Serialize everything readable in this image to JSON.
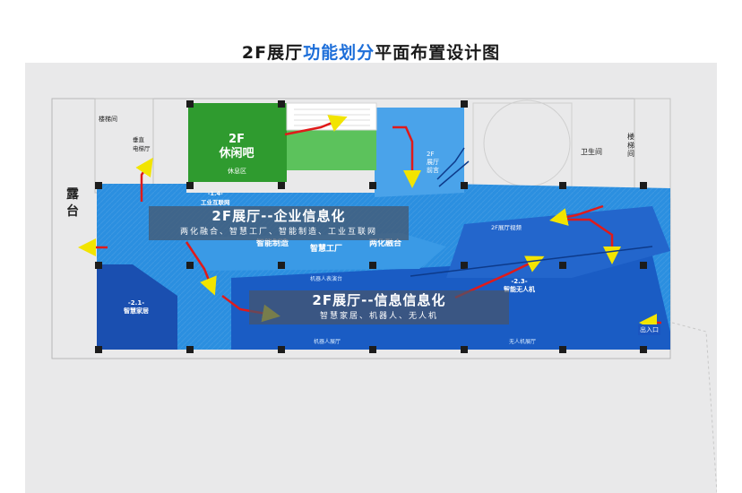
{
  "title": {
    "prefix": "2F展厅",
    "highlight": "功能划分",
    "suffix": "平面布置设计图"
  },
  "labels": {
    "elevator_stair": "楼梯间",
    "vertical_elevator": "垂直\n电梯厅",
    "terrace": "露台",
    "lounge_title": "2F\n休闲吧",
    "lounge_sub": "休息区",
    "hall_2f_front": "2F\n展厅\n前言",
    "restroom": "卫生间",
    "right_stair": "楼梯间",
    "entrance": "出入口",
    "zone_1_4": "-1.4-\n工业互联网",
    "zone_smart_mfg": "智能制造",
    "zone_smart_factory": "智慧工厂",
    "zone_integration": "两化融合",
    "zone_2_1": "-2.1-\n智慧家居",
    "zone_2_3": "-2.3-\n智能无人机",
    "zone_2f_video": "2F展厅视频",
    "robot_stage": "机器人表演台",
    "robot_show": "机器人展厅",
    "uav_show": "无人机展厅"
  },
  "banners": {
    "enterprise_title": "2F展厅--企业信息化",
    "enterprise_sub": "两化融合、智慧工厂、智能制造、工业互联网",
    "info_title": "2F展厅--信息信息化",
    "info_sub": "智慧家居、机器人、无人机"
  },
  "colors": {
    "hall_blue": "#2b8fe0",
    "dark_blue": "#1a55c0",
    "green": "#2f9b2f",
    "banner_gray": "#4c5a6d",
    "arrow_red": "#e01a1a",
    "arrow_yellow": "#f2e400"
  }
}
